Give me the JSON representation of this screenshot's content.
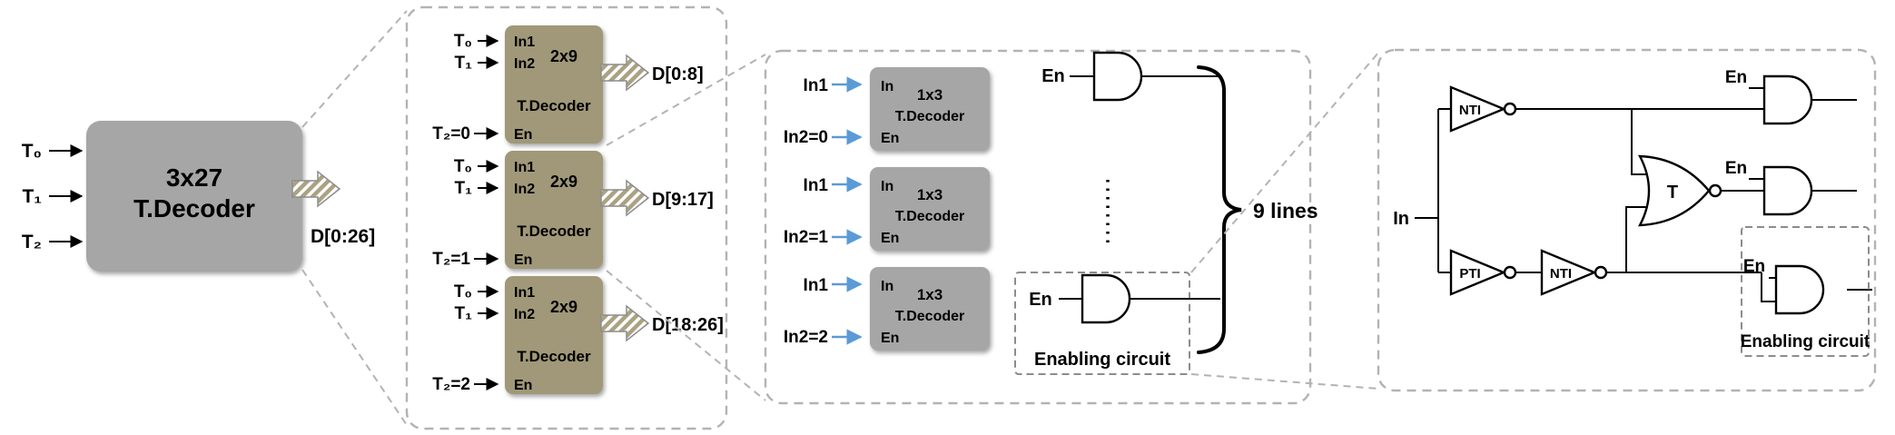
{
  "colors": {
    "gray_box": "#a6a6a6",
    "olive_box": "#a09878",
    "hatch_base": "#aba283",
    "blue": "#5b9bd5"
  },
  "main": {
    "inputs": [
      "T₀",
      "T₁",
      "T₂"
    ],
    "title_line1": "3x27",
    "title_line2": "T.Decoder",
    "output": "D[0:26]"
  },
  "panel2": {
    "decoders": [
      {
        "port_in1": "In1",
        "port_in2": "In2",
        "port_en": "En",
        "size": "2x9",
        "name": "T.Decoder",
        "in1": "T₀",
        "in2": "T₁",
        "en": "T₂=0",
        "output": "D[0:8]"
      },
      {
        "port_in1": "In1",
        "port_in2": "In2",
        "port_en": "En",
        "size": "2x9",
        "name": "T.Decoder",
        "in1": "T₀",
        "in2": "T₁",
        "en": "T₂=1",
        "output": "D[9:17]"
      },
      {
        "port_in1": "In1",
        "port_in2": "In2",
        "port_en": "En",
        "size": "2x9",
        "name": "T.Decoder",
        "in1": "T₀",
        "in2": "T₁",
        "en": "T₂=2",
        "output": "D[18:26]"
      }
    ]
  },
  "panel3": {
    "decoders": [
      {
        "port_in": "In",
        "port_en": "En",
        "size": "1x3",
        "name": "T.Decoder",
        "in": "In1",
        "en": "In2=0"
      },
      {
        "port_in": "In",
        "port_en": "En",
        "size": "1x3",
        "name": "T.Decoder",
        "in": "In1",
        "en": "In2=1"
      },
      {
        "port_in": "In",
        "port_en": "En",
        "size": "1x3",
        "name": "T.Decoder",
        "in": "In1",
        "en": "In2=2"
      }
    ],
    "top_en": "En",
    "enabling": {
      "en": "En",
      "label": "Enabling circuit"
    },
    "brace_label": "9 lines"
  },
  "panel4": {
    "input": "In",
    "nti1": "NTI",
    "pti": "PTI",
    "nti2": "NTI",
    "t": "T",
    "en_top": "En",
    "en_mid": "En",
    "en_bottom": "En",
    "enabling_label": "Enabling circuit"
  }
}
